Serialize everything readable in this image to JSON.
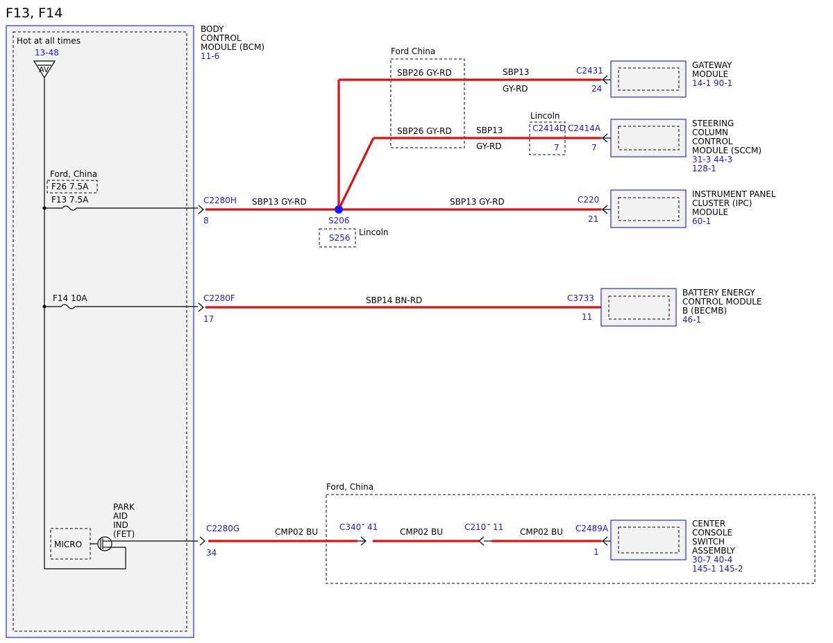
{
  "title": "F13, F14",
  "bcm": {
    "name_lines": [
      "BODY",
      "CONTROL",
      "MODULE (BCM)"
    ],
    "ref": "11-6",
    "hot_label": "Hot at all times",
    "av_ref": "13-48",
    "av_symbol": "AV",
    "micro_label": "MICRO",
    "park_aid_lines": [
      "PARK",
      "AID",
      "IND",
      "(FET)"
    ]
  },
  "fuses": {
    "ford_china_label": "Ford, China",
    "f26_label": "F26  7.5A",
    "f13_label": "F13  7.5A",
    "f14_label": "F14  10A"
  },
  "connectors": {
    "c2280h": "C2280H",
    "c2280h_pin": "8",
    "c2280f": "C2280F",
    "c2280f_pin": "17",
    "c2280g": "C2280G",
    "c2280g_pin": "34",
    "c2431": "C2431",
    "c2431_pin": "24",
    "c2414a": "C2414A",
    "c2414a_pin": "7",
    "c2414d": "C2414D",
    "c2414d_pin": "7",
    "c220": "C220",
    "c220_pin": "21",
    "c3733": "C3733",
    "c3733_pin": "11",
    "c2489a": "C2489A",
    "c2489a_pin": "1",
    "c340": "C340",
    "c340_pin": "41",
    "c210": "C210",
    "c210_pin": "11"
  },
  "splices": {
    "s206": "S206",
    "s256": "S256",
    "s256_note": "Lincoln"
  },
  "wires": {
    "w_main": "SBP13   GY-RD",
    "w_ipc": "SBP13   GY-RD",
    "w_sbp26_a": "SBP26   GY-RD",
    "w_sbp26_b": "SBP26   GY-RD",
    "w_gw_circuit": "SBP13",
    "w_gw_color": "GY-RD",
    "w_sccm_circuit": "SBP13",
    "w_sccm_color": "GY-RD",
    "w_becmb": "SBP14   BN-RD",
    "w_cmp_1": "CMP02   BU",
    "w_cmp_2": "CMP02   BU",
    "w_cmp_3": "CMP02   BU"
  },
  "regions": {
    "ford_china_top": "Ford China",
    "lincoln_c2414d": "Lincoln",
    "ford_china_bottom": "Ford, China"
  },
  "modules": {
    "gateway": {
      "lines": [
        "GATEWAY",
        "MODULE"
      ],
      "ref": "14-1   90-1"
    },
    "sccm": {
      "lines": [
        "STEERING",
        "COLUMN",
        "CONTROL",
        "MODULE (SCCM)"
      ],
      "ref1": "31-3   44-3",
      "ref2": "128-1"
    },
    "ipc": {
      "lines": [
        "INSTRUMENT PANEL",
        "CLUSTER (IPC)",
        "MODULE"
      ],
      "ref": "60-1"
    },
    "becmb": {
      "lines": [
        "BATTERY ENERGY",
        "CONTROL MODULE",
        "B (BECMB)"
      ],
      "ref": "46-1"
    },
    "ccsa": {
      "lines": [
        "CENTER",
        "CONSOLE",
        "SWITCH",
        "ASSEMBLY"
      ],
      "ref1": "30-7   40-4",
      "ref2": "145-1 145-2"
    }
  }
}
